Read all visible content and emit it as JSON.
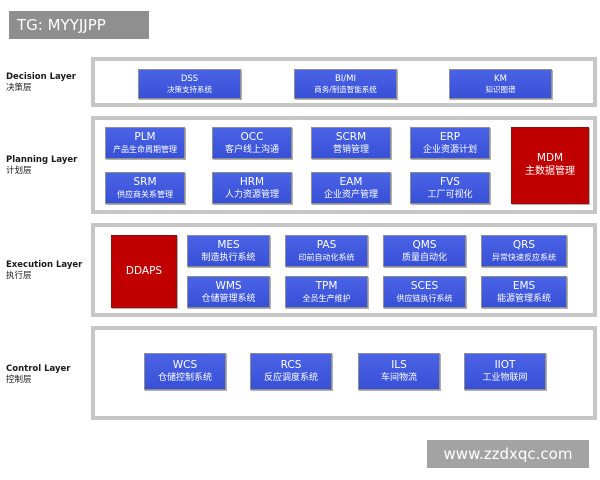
{
  "tag": "TG: MYYJJPP",
  "watermark": "www.zzdxqc.com",
  "layers": {
    "decision": {
      "en": "Decision Layer",
      "zh": "决策层"
    },
    "planning": {
      "en": "Planning Layer",
      "zh": "计划层"
    },
    "execution": {
      "en": "Execution Layer",
      "zh": "执行层"
    },
    "control": {
      "en": "Control Layer",
      "zh": "控制层"
    }
  },
  "decision": [
    {
      "code": "DSS",
      "desc": "决策支持系统"
    },
    {
      "code": "BI/MI",
      "desc": "商务/制造智能系统"
    },
    {
      "code": "KM",
      "desc": "知识图谱"
    }
  ],
  "planning": [
    {
      "code": "PLM",
      "desc": "产品生命周期管理"
    },
    {
      "code": "OCC",
      "desc": "客户线上沟通"
    },
    {
      "code": "SCRM",
      "desc": "营销管理"
    },
    {
      "code": "ERP",
      "desc": "企业资源计划"
    },
    {
      "code": "SRM",
      "desc": "供应商关系管理"
    },
    {
      "code": "HRM",
      "desc": "人力资源管理"
    },
    {
      "code": "EAM",
      "desc": "企业资产管理"
    },
    {
      "code": "FVS",
      "desc": "工厂可视化"
    },
    {
      "code": "MDM",
      "desc": "主数据管理"
    }
  ],
  "execution": [
    {
      "code": "DDAPS",
      "desc": ""
    },
    {
      "code": "MES",
      "desc": "制造执行系统"
    },
    {
      "code": "PAS",
      "desc": "印前自动化系统"
    },
    {
      "code": "QMS",
      "desc": "质量自动化"
    },
    {
      "code": "QRS",
      "desc": "异常快速反应系统"
    },
    {
      "code": "WMS",
      "desc": "仓储管理系统"
    },
    {
      "code": "TPM",
      "desc": "全员生产维护"
    },
    {
      "code": "SCES",
      "desc": "供应链执行系统"
    },
    {
      "code": "EMS",
      "desc": "能源管理系统"
    }
  ],
  "control": [
    {
      "code": "WCS",
      "desc": "仓储控制系统"
    },
    {
      "code": "RCS",
      "desc": "反应调度系统"
    },
    {
      "code": "ILS",
      "desc": "车间物流"
    },
    {
      "code": "IIOT",
      "desc": "工业物联网"
    }
  ]
}
